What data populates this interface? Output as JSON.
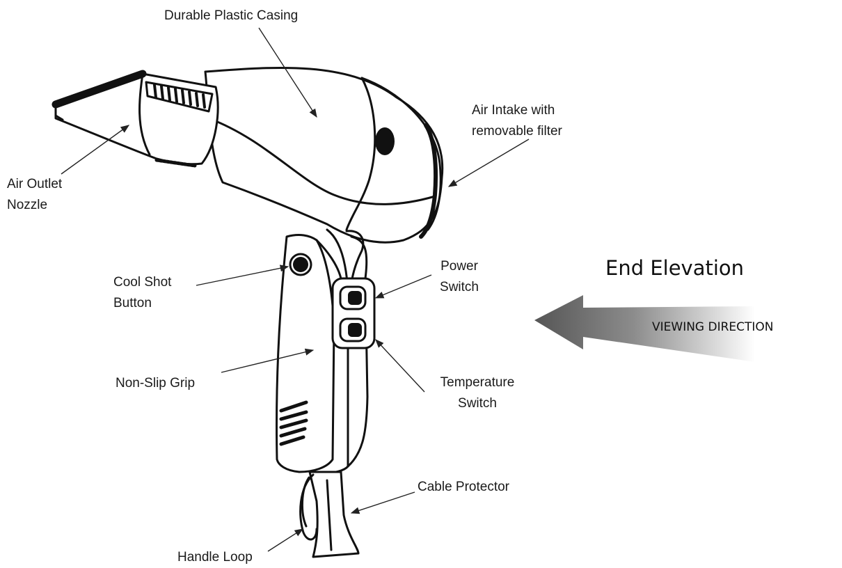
{
  "labels": {
    "durable_plastic_casing": "Durable Plastic Casing",
    "air_intake_line1": "Air Intake with",
    "air_intake_line2": "removable filter",
    "air_outlet_line1": "Air Outlet",
    "air_outlet_line2": "Nozzle",
    "cool_shot_line1": "Cool Shot",
    "cool_shot_line2": "Button",
    "power_switch_line1": "Power",
    "power_switch_line2": "Switch",
    "non_slip_grip": "Non-Slip Grip",
    "temperature_switch_line1": "Temperature",
    "temperature_switch_line2": "Switch",
    "cable_protector": "Cable Protector",
    "handle_loop": "Handle Loop"
  },
  "view": {
    "title": "End Elevation",
    "direction": "VIEWING DIRECTION"
  }
}
